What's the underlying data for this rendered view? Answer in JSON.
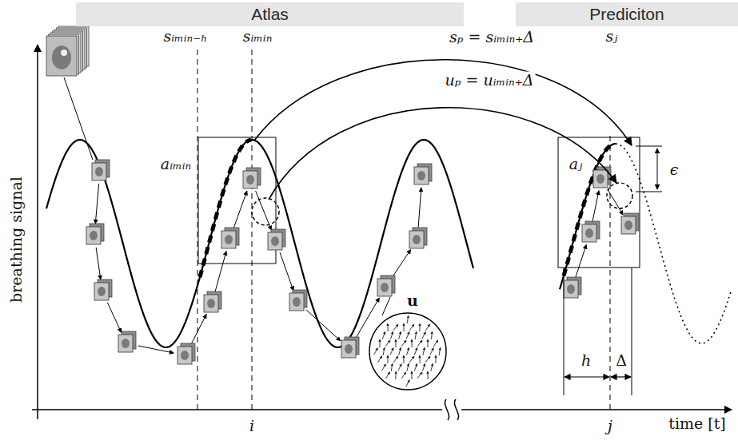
{
  "diagram": {
    "nodes": [
      {
        "text": [
          "Atlas"
        ]
      },
      {
        "text": [
          "Prediciton"
        ]
      }
    ],
    "labels": [
      "sᵢₘᵢₙ₋ₕ",
      "sᵢₘᵢₙ",
      "sₚ = sᵢₘᵢₙ₊Δ",
      "uₚ = uᵢₘᵢₙ₊Δ",
      "sⱼ",
      "aᵢₘᵢₙ",
      "aⱼ",
      "ϵ",
      "u",
      "breathing signal",
      "i",
      "j",
      "h",
      "Δ",
      "time [t]"
    ]
  }
}
